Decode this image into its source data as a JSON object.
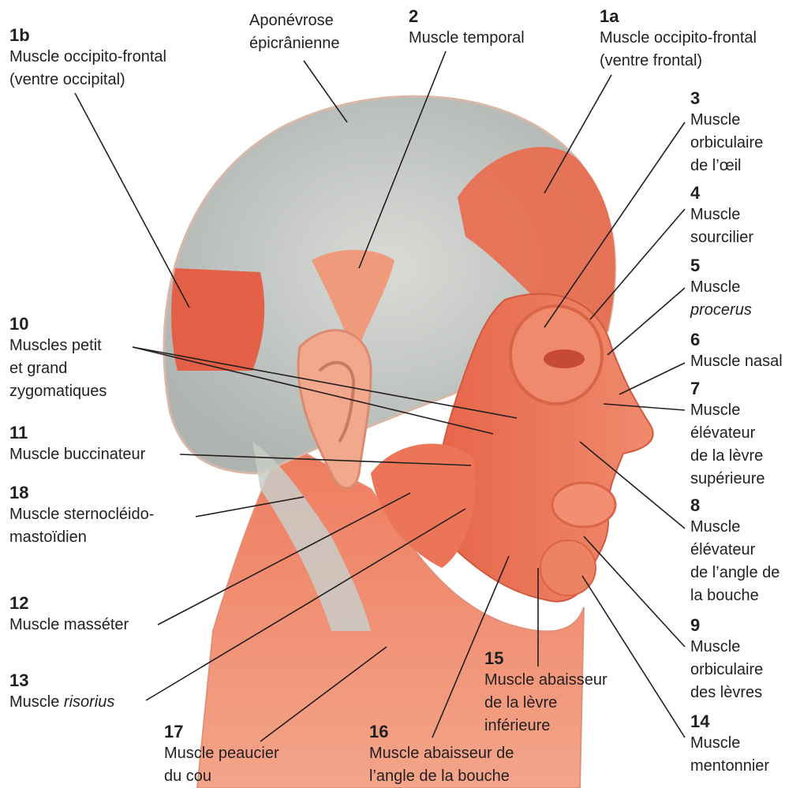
{
  "labels": {
    "l1b": {
      "num": "1b",
      "text": "Muscle occipito-frontal\n(ventre occipital)"
    },
    "lapo": {
      "num": "",
      "text": "Aponévrose\népicrânienne"
    },
    "l2": {
      "num": "2",
      "text": "Muscle temporal"
    },
    "l1a": {
      "num": "1a",
      "text": "Muscle occipito-frontal\n(ventre frontal)"
    },
    "l3": {
      "num": "3",
      "text": "Muscle\norbiculaire\nde l’œil"
    },
    "l4": {
      "num": "4",
      "text": "Muscle\nsourcilier"
    },
    "l5": {
      "num": "5",
      "text": "Muscle",
      "italic": "procerus"
    },
    "l6": {
      "num": "6",
      "text": "Muscle nasal"
    },
    "l7": {
      "num": "7",
      "text": "Muscle\nélévateur\nde la lèvre\nsupérieure"
    },
    "l8": {
      "num": "8",
      "text": "Muscle\nélévateur\nde l’angle de\nla bouche"
    },
    "l9": {
      "num": "9",
      "text": "Muscle\norbiculaire\ndes lèvres"
    },
    "l14": {
      "num": "14",
      "text": "Muscle\nmentonnier"
    },
    "l10": {
      "num": "10",
      "text": "Muscles petit\net grand\nzygomatiques"
    },
    "l11": {
      "num": "11",
      "text": "Muscle buccinateur"
    },
    "l18": {
      "num": "18",
      "text": "Muscle sternocléido-\nmastoïdien"
    },
    "l12": {
      "num": "12",
      "text": "Muscle masséter"
    },
    "l13": {
      "num": "13",
      "text": "Muscle ",
      "italic": "risorius"
    },
    "l15": {
      "num": "15",
      "text": "Muscle abaisseur\nde la lèvre\ninférieure"
    },
    "l16": {
      "num": "16",
      "text": "Muscle abaisseur de\nl’angle de la bouche"
    },
    "l17": {
      "num": "17",
      "text": "Muscle peaucier\ndu cou"
    }
  },
  "colors": {
    "muscle": "#e8603f",
    "muscle_light": "#f3a58a",
    "muscle_dark": "#c94a32",
    "aponeurosis": "#c9ccc8",
    "skin": "#f2b79e",
    "leader": "#231f20"
  }
}
